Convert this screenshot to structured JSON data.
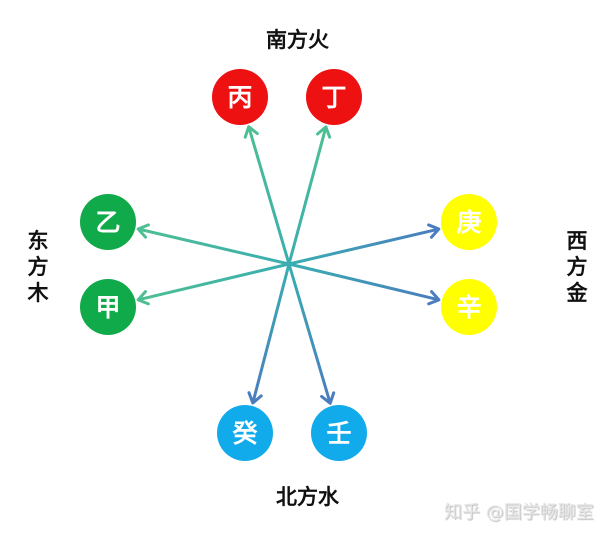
{
  "directions": {
    "south": "南方火",
    "east": "东方木",
    "west": "西方金",
    "north": "北方水"
  },
  "stems": [
    {
      "label": "丙",
      "direction": "south",
      "color": "#ee1111"
    },
    {
      "label": "丁",
      "direction": "south",
      "color": "#ee1111"
    },
    {
      "label": "乙",
      "direction": "east",
      "color": "#11aa4a"
    },
    {
      "label": "甲",
      "direction": "east",
      "color": "#11aa4a"
    },
    {
      "label": "庚",
      "direction": "west",
      "color": "#ffff00"
    },
    {
      "label": "辛",
      "direction": "west",
      "color": "#ffff00"
    },
    {
      "label": "癸",
      "direction": "north",
      "color": "#11aaea"
    },
    {
      "label": "壬",
      "direction": "north",
      "color": "#11aaea"
    }
  ],
  "arrow_colors": {
    "green": "#4dbf93",
    "blue": "#4a7cc0",
    "center": "#3aaeb0"
  },
  "watermark": "知乎 @国学畅聊室"
}
